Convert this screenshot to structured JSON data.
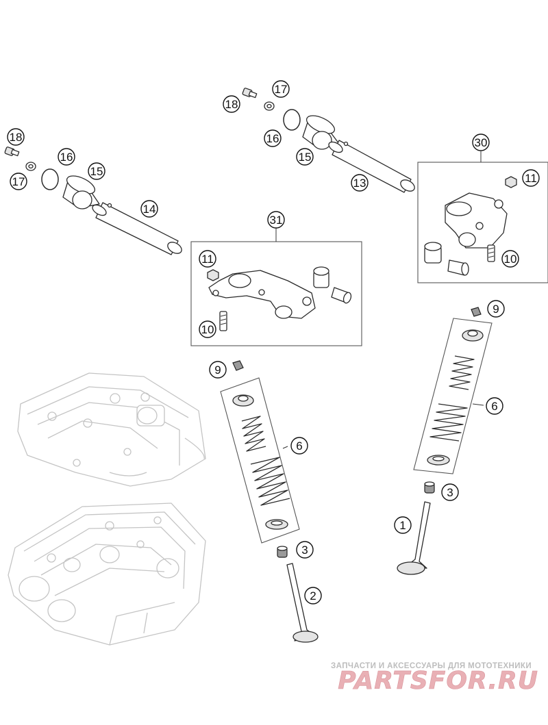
{
  "callouts": {
    "c1": "1",
    "c2": "2",
    "c3a": "3",
    "c3b": "3",
    "c6a": "6",
    "c6b": "6",
    "c9a": "9",
    "c9b": "9",
    "c10a": "10",
    "c10b": "10",
    "c11a": "11",
    "c11b": "11",
    "c13": "13",
    "c14": "14",
    "c15a": "15",
    "c15b": "15",
    "c16a": "16",
    "c16b": "16",
    "c17a": "17",
    "c17b": "17",
    "c18a": "18",
    "c18b": "18",
    "c30": "30",
    "c31": "31"
  },
  "watermark": {
    "line1": "ЗАПЧАСТИ И АКСЕССУАРЫ ДЛЯ МОТОТЕХНИКИ",
    "line2": "PARTSFOR.RU",
    "fill_color": "#e9b0b5"
  },
  "colors": {
    "line": "#2a2a2a",
    "ghost": "#c4c4c4"
  }
}
